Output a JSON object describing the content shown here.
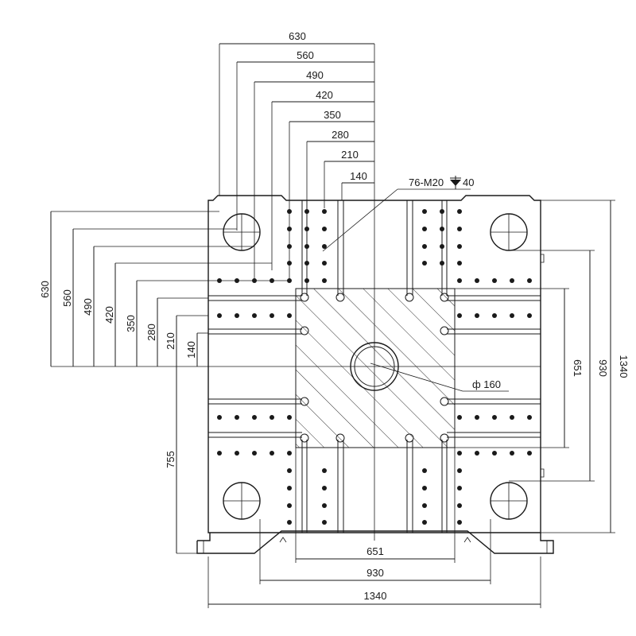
{
  "drawing": {
    "top_dims": [
      "630",
      "560",
      "490",
      "420",
      "350",
      "280",
      "210",
      "140"
    ],
    "left_dims": [
      "630",
      "560",
      "490",
      "420",
      "350",
      "280",
      "210",
      "140"
    ],
    "left_bottom_dim": "755",
    "right_dims": [
      "651",
      "930",
      "1340"
    ],
    "bottom_dims": [
      "651",
      "930",
      "1340"
    ],
    "thread_callout": "76-M20",
    "thread_depth": "40",
    "center_hole_callout": "ф 160"
  }
}
